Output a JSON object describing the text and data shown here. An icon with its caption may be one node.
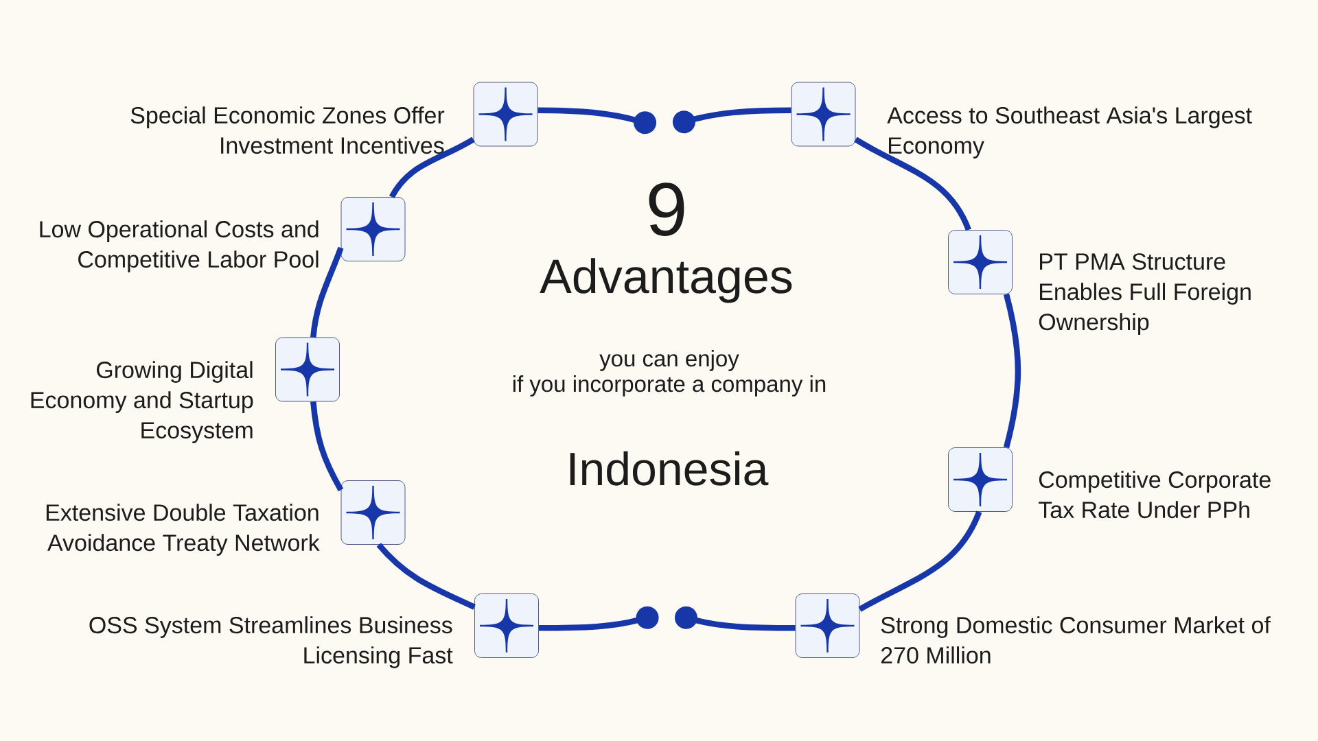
{
  "diagram": {
    "nodes": [
      {
        "text": [],
        "shape": "box",
        "beside": [
          "Special Economic Zones Offer Investment Incentives"
        ]
      },
      {
        "text": [],
        "shape": "box",
        "beside": [
          "Low Operational Costs and Competitive Labor Pool"
        ]
      },
      {
        "text": [],
        "shape": "box",
        "beside": [
          "Growing Digital Economy and Startup Ecosystem"
        ]
      },
      {
        "text": [],
        "shape": "box",
        "beside": [
          "Extensive Double Taxation Avoidance Treaty Network"
        ]
      },
      {
        "text": [],
        "shape": "box",
        "beside": [
          "OSS System Streamlines Business Licensing Fast"
        ]
      },
      {
        "text": [],
        "shape": "box",
        "beside": [
          "Access to Southeast Asia's Largest Economy"
        ]
      },
      {
        "text": [],
        "shape": "box",
        "beside": [
          "PT PMA Structure Enables Full Foreign Ownership"
        ]
      },
      {
        "text": [],
        "shape": "box",
        "beside": [
          "Competitive Corporate Tax Rate Under PPh"
        ]
      },
      {
        "text": [],
        "shape": "box",
        "beside": [
          "Strong Domestic Consumer Market of 270 Million"
        ]
      }
    ],
    "edges": [
      {
        "from": 0,
        "to": 1,
        "arrow": "none"
      },
      {
        "from": 1,
        "to": 2,
        "arrow": "none"
      },
      {
        "from": 2,
        "to": 3,
        "arrow": "none"
      },
      {
        "from": 3,
        "to": 4,
        "arrow": "none"
      },
      {
        "from": 5,
        "to": 6,
        "arrow": "none"
      },
      {
        "from": 6,
        "to": 7,
        "arrow": "none"
      },
      {
        "from": 7,
        "to": 8,
        "arrow": "none"
      },
      {
        "from": 0,
        "to": null,
        "arrow": "other"
      },
      {
        "from": 4,
        "to": null,
        "arrow": "other"
      },
      {
        "from": 5,
        "to": null,
        "arrow": "other"
      },
      {
        "from": 8,
        "to": null,
        "arrow": "other"
      }
    ],
    "labels": [
      "9",
      "Advantages",
      "you can enjoy",
      "if you incorporate a company in",
      "Indonesia"
    ]
  }
}
